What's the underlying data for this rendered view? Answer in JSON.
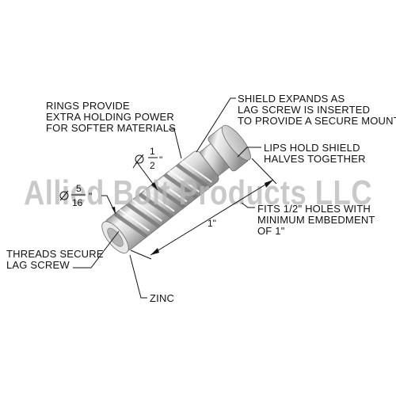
{
  "watermark": "Allied Bolt Products LLC",
  "callouts": {
    "rings": [
      "RINGS PROVIDE",
      "EXTRA HOLDING POWER",
      "FOR SOFTER MATERIALS"
    ],
    "shield": [
      "SHIELD EXPANDS AS",
      "LAG SCREW IS INSERTED",
      "TO PROVIDE A SECURE MOUNT"
    ],
    "lips": [
      "LIPS HOLD SHIELD",
      "HALVES TOGETHER"
    ],
    "fits": [
      "FITS 1/2\" HOLES WITH",
      "MINIMUM EMBEDMENT",
      "OF 1\""
    ],
    "threads": [
      "THREADS SECURE",
      "LAG SCREW"
    ],
    "zinc": "ZINC"
  },
  "dimensions": {
    "outer_num": "1",
    "outer_den": "2",
    "outer_unit": "\"",
    "inner_num": "5",
    "inner_den": "16",
    "inner_unit": "\"",
    "length": "1\""
  },
  "colors": {
    "metal_light": "#f4f4f4",
    "metal_mid": "#d2d2d2",
    "metal_dark": "#8e8e8e",
    "line": "#111111",
    "watermark": "#b8b8b8"
  }
}
